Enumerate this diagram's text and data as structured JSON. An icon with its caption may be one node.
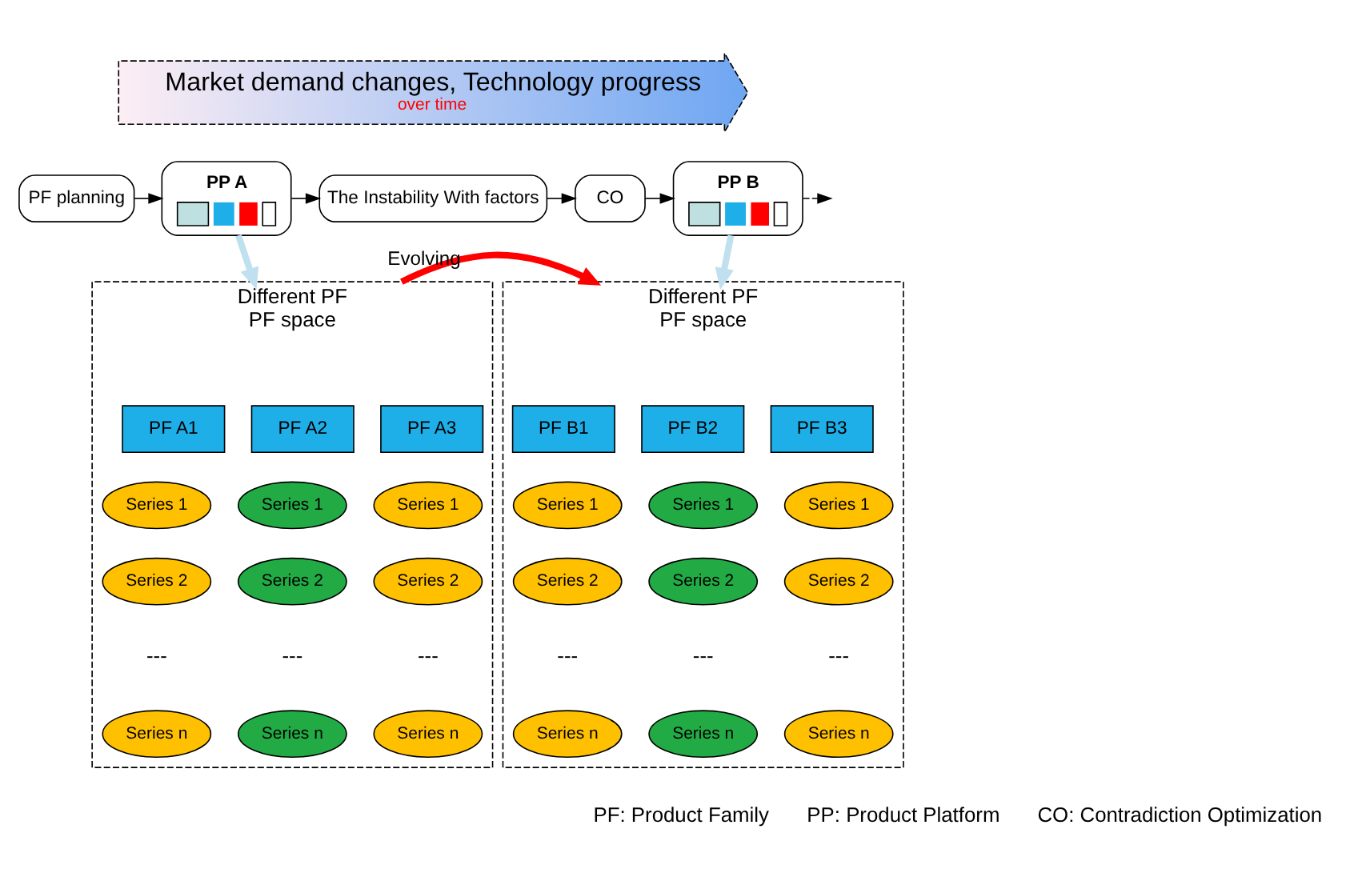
{
  "diagram": {
    "nodes": [
      {
        "text": [
          "Market demand changes, Technology progress",
          "over time"
        ]
      },
      {
        "text": [
          "PF planning"
        ]
      },
      {
        "text": [
          "PP A"
        ]
      },
      {
        "text": [
          "The Instability With factors"
        ]
      },
      {
        "text": [
          "CO"
        ]
      },
      {
        "text": [
          "PP B"
        ]
      },
      {
        "text": [
          "Different PF",
          "PF space"
        ]
      },
      {
        "text": [
          "PF A1"
        ],
        "in": 6
      },
      {
        "text": [
          "PF A2"
        ],
        "in": 6
      },
      {
        "text": [
          "PF A3"
        ],
        "in": 6
      },
      {
        "text": [
          "Series 1"
        ],
        "in": 6
      },
      {
        "text": [
          "Series 1"
        ],
        "in": 6
      },
      {
        "text": [
          "Series 1"
        ],
        "in": 6
      },
      {
        "text": [
          "Series 2"
        ],
        "in": 6
      },
      {
        "text": [
          "Series 2"
        ],
        "in": 6
      },
      {
        "text": [
          "Series 2"
        ],
        "in": 6
      },
      {
        "text": [
          "Series n"
        ],
        "in": 6
      },
      {
        "text": [
          "Series n"
        ],
        "in": 6
      },
      {
        "text": [
          "Series n"
        ],
        "in": 6
      },
      {
        "text": [
          "Different PF",
          "PF space"
        ]
      },
      {
        "text": [
          "PF B1"
        ],
        "in": 19
      },
      {
        "text": [
          "PF B2"
        ],
        "in": 19
      },
      {
        "text": [
          "PF B3"
        ],
        "in": 19
      },
      {
        "text": [
          "Series 1"
        ],
        "in": 19
      },
      {
        "text": [
          "Series 1"
        ],
        "in": 19
      },
      {
        "text": [
          "Series 1"
        ],
        "in": 19
      },
      {
        "text": [
          "Series 2"
        ],
        "in": 19
      },
      {
        "text": [
          "Series 2"
        ],
        "in": 19
      },
      {
        "text": [
          "Series 2"
        ],
        "in": 19
      },
      {
        "text": [
          "Series n"
        ],
        "in": 19
      },
      {
        "text": [
          "Series n"
        ],
        "in": 19
      },
      {
        "text": [
          "Series n"
        ],
        "in": 19
      }
    ],
    "edges": [
      {
        "from": 1,
        "to": 2,
        "arrow": "to"
      },
      {
        "from": 2,
        "to": 3,
        "arrow": "to"
      },
      {
        "from": 3,
        "to": 4,
        "arrow": "to"
      },
      {
        "from": 4,
        "to": 5,
        "arrow": "to"
      },
      {
        "from": 5,
        "to": null,
        "arrow": "to",
        "style": "dashed"
      },
      {
        "from": 2,
        "to": 6,
        "arrow": "to",
        "style": "thick",
        "color": "#bfe0ee"
      },
      {
        "from": 5,
        "to": 19,
        "arrow": "to",
        "style": "thick",
        "color": "#bfe0ee"
      },
      {
        "from": 6,
        "to": 19,
        "arrow": "to",
        "label": "Evolving",
        "style": "thick",
        "color": "#ff0000"
      }
    ],
    "labels": [
      "---",
      "---",
      "---",
      "---",
      "---",
      "---",
      "PF: Product Family",
      "PP: Product Platform",
      "CO: Contradiction Optimization"
    ]
  }
}
